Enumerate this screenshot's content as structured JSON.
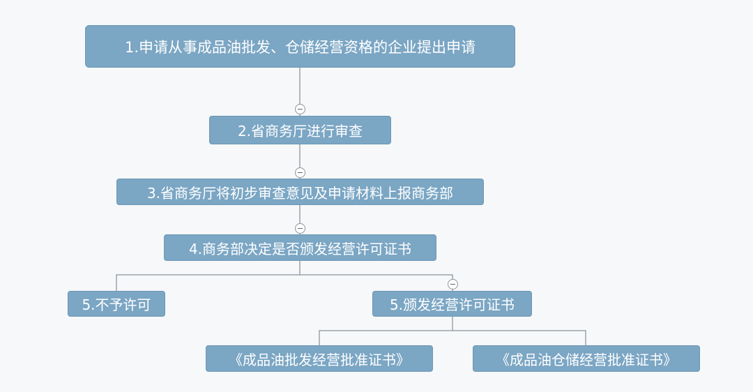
{
  "nodes": {
    "step1": "1.申请从事成品油批发、仓储经营资格的企业提出申请",
    "step2": "2.省商务厅进行审查",
    "step3": "3.省商务厅将初步审查意见及申请材料上报商务部",
    "step4": "4.商务部决定是否颁发经营许可证书",
    "step5_reject": "5.不予许可",
    "step5_issue": "5.颁发经营许可证书",
    "cert_wholesale": "《成品油批发经营批准证书》",
    "cert_storage": "《成品油仓储经营批准证书》"
  },
  "colors": {
    "node_fill": "#7ba6c4",
    "node_text": "#ffffff",
    "connector": "#9aa3aa",
    "background": "#f7f8f9"
  }
}
